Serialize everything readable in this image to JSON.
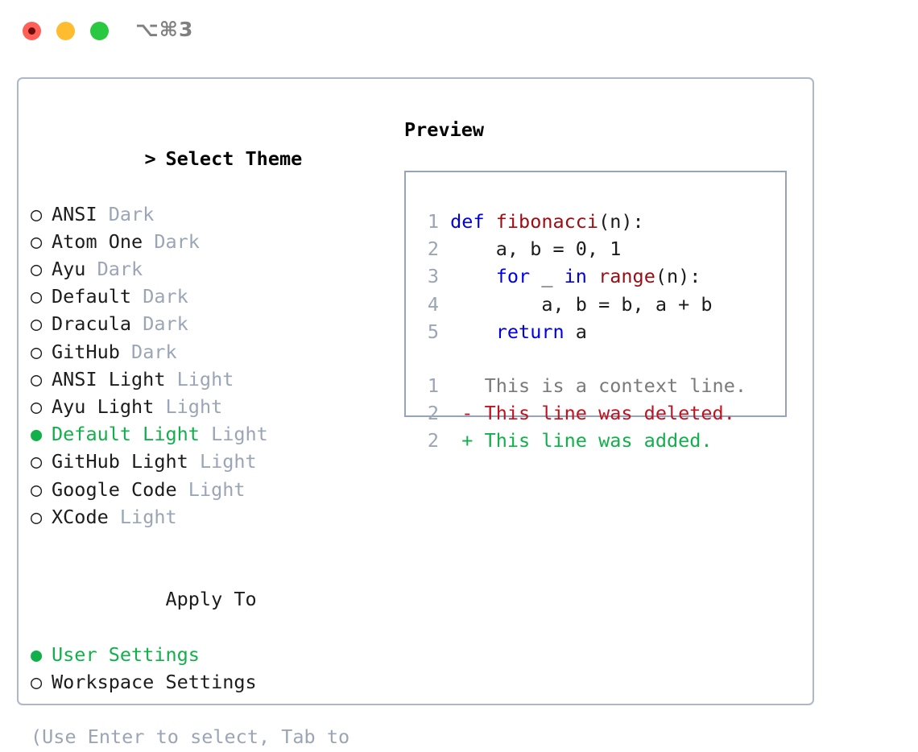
{
  "window": {
    "title": "⌥⌘3",
    "traffic_lights": [
      {
        "name": "close-button",
        "color": "#ff5f57"
      },
      {
        "name": "minimize-button",
        "color": "#febc2e"
      },
      {
        "name": "maximize-button",
        "color": "#28c840"
      }
    ]
  },
  "theme_picker": {
    "header_marker": ">",
    "header": "Select Theme",
    "selected_theme": "Default Light",
    "accent_color": "#12b04a",
    "tag_color": "#9aa5b5",
    "items": [
      {
        "marker": "○",
        "name": "ANSI",
        "tag": "Dark",
        "selected": false
      },
      {
        "marker": "○",
        "name": "Atom One",
        "tag": "Dark",
        "selected": false
      },
      {
        "marker": "○",
        "name": "Ayu",
        "tag": "Dark",
        "selected": false
      },
      {
        "marker": "○",
        "name": "Default",
        "tag": "Dark",
        "selected": false
      },
      {
        "marker": "○",
        "name": "Dracula",
        "tag": "Dark",
        "selected": false
      },
      {
        "marker": "○",
        "name": "GitHub",
        "tag": "Dark",
        "selected": false
      },
      {
        "marker": "○",
        "name": "ANSI Light",
        "tag": "Light",
        "selected": false
      },
      {
        "marker": "○",
        "name": "Ayu Light",
        "tag": "Light",
        "selected": false
      },
      {
        "marker": "●",
        "name": "Default Light",
        "tag": "Light",
        "selected": true
      },
      {
        "marker": "○",
        "name": "GitHub Light",
        "tag": "Light",
        "selected": false
      },
      {
        "marker": "○",
        "name": "Google Code",
        "tag": "Light",
        "selected": false
      },
      {
        "marker": "○",
        "name": "XCode",
        "tag": "Light",
        "selected": false
      }
    ]
  },
  "apply_to": {
    "header_marker": " ",
    "header": "Apply To",
    "selected_option": "User Settings",
    "options": [
      {
        "marker": "●",
        "label": "User Settings",
        "selected": true
      },
      {
        "marker": "○",
        "label": "Workspace Settings",
        "selected": false
      }
    ]
  },
  "hint": "(Use Enter to select, Tab to change focus)",
  "preview": {
    "title": "Preview",
    "code": {
      "language": "python",
      "lines": [
        {
          "no": "1",
          "tokens": [
            {
              "t": "def ",
              "c": "kw"
            },
            {
              "t": "fibonacci",
              "c": "fn"
            },
            {
              "t": "(n):",
              "c": "plain"
            }
          ]
        },
        {
          "no": "2",
          "tokens": [
            {
              "t": "    a, b = 0, 1",
              "c": "plain"
            }
          ]
        },
        {
          "no": "3",
          "tokens": [
            {
              "t": "    ",
              "c": "plain"
            },
            {
              "t": "for",
              "c": "kw"
            },
            {
              "t": " _ ",
              "c": "plain"
            },
            {
              "t": "in",
              "c": "kw"
            },
            {
              "t": " ",
              "c": "plain"
            },
            {
              "t": "range",
              "c": "fn"
            },
            {
              "t": "(n):",
              "c": "plain"
            }
          ]
        },
        {
          "no": "4",
          "tokens": [
            {
              "t": "        a, b = b, a + b",
              "c": "plain"
            }
          ]
        },
        {
          "no": "5",
          "tokens": [
            {
              "t": "    ",
              "c": "plain"
            },
            {
              "t": "return",
              "c": "kw"
            },
            {
              "t": " a",
              "c": "plain"
            }
          ]
        }
      ]
    },
    "diff": {
      "lines": [
        {
          "no": "1",
          "sign": " ",
          "text": "This is a context line.",
          "kind": "d-ctx"
        },
        {
          "no": "2",
          "sign": "-",
          "text": "This line was deleted.",
          "kind": "d-del"
        },
        {
          "no": "2",
          "sign": "+",
          "text": "This line was added.",
          "kind": "d-add"
        }
      ]
    },
    "colors": {
      "keyword": "#0000e6",
      "function": "#9e0b10",
      "line_number": "#9aa5b5",
      "diff_context": "#7a7a7a",
      "diff_deleted": "#c1121f",
      "diff_added": "#12b04a"
    }
  }
}
